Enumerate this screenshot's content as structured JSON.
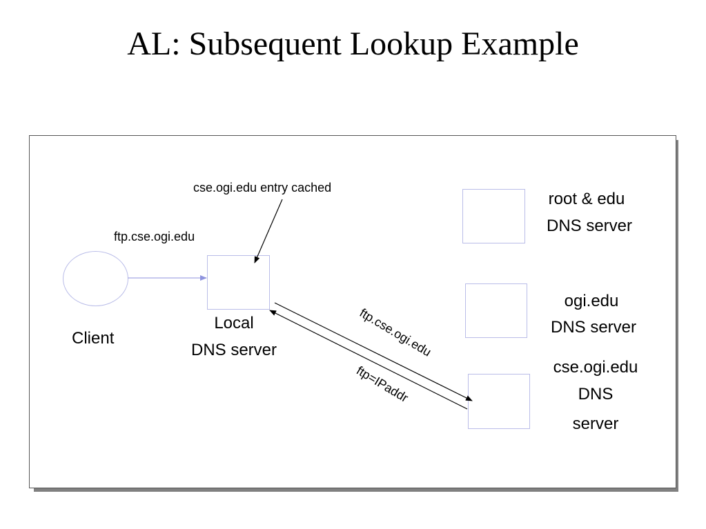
{
  "slide": {
    "title": "AL: Subsequent Lookup Example"
  },
  "diagram": {
    "client": {
      "label": "Client"
    },
    "local_dns": {
      "label_line1": "Local",
      "label_line2": "DNS server"
    },
    "root_dns": {
      "label_line1": "root & edu",
      "label_line2": "DNS server"
    },
    "ogi_dns": {
      "label_line1": "ogi.edu",
      "label_line2": "DNS server"
    },
    "cse_dns": {
      "label_line1": "cse.ogi.edu",
      "label_line2": "DNS",
      "label_line3": "server"
    },
    "query_client_to_local": "ftp.cse.ogi.edu",
    "cache_annotation": "cse.ogi.edu entry cached",
    "query_local_to_cse": "ftp.cse.ogi.edu",
    "reply_cse_to_local": "ftp=IPaddr"
  }
}
